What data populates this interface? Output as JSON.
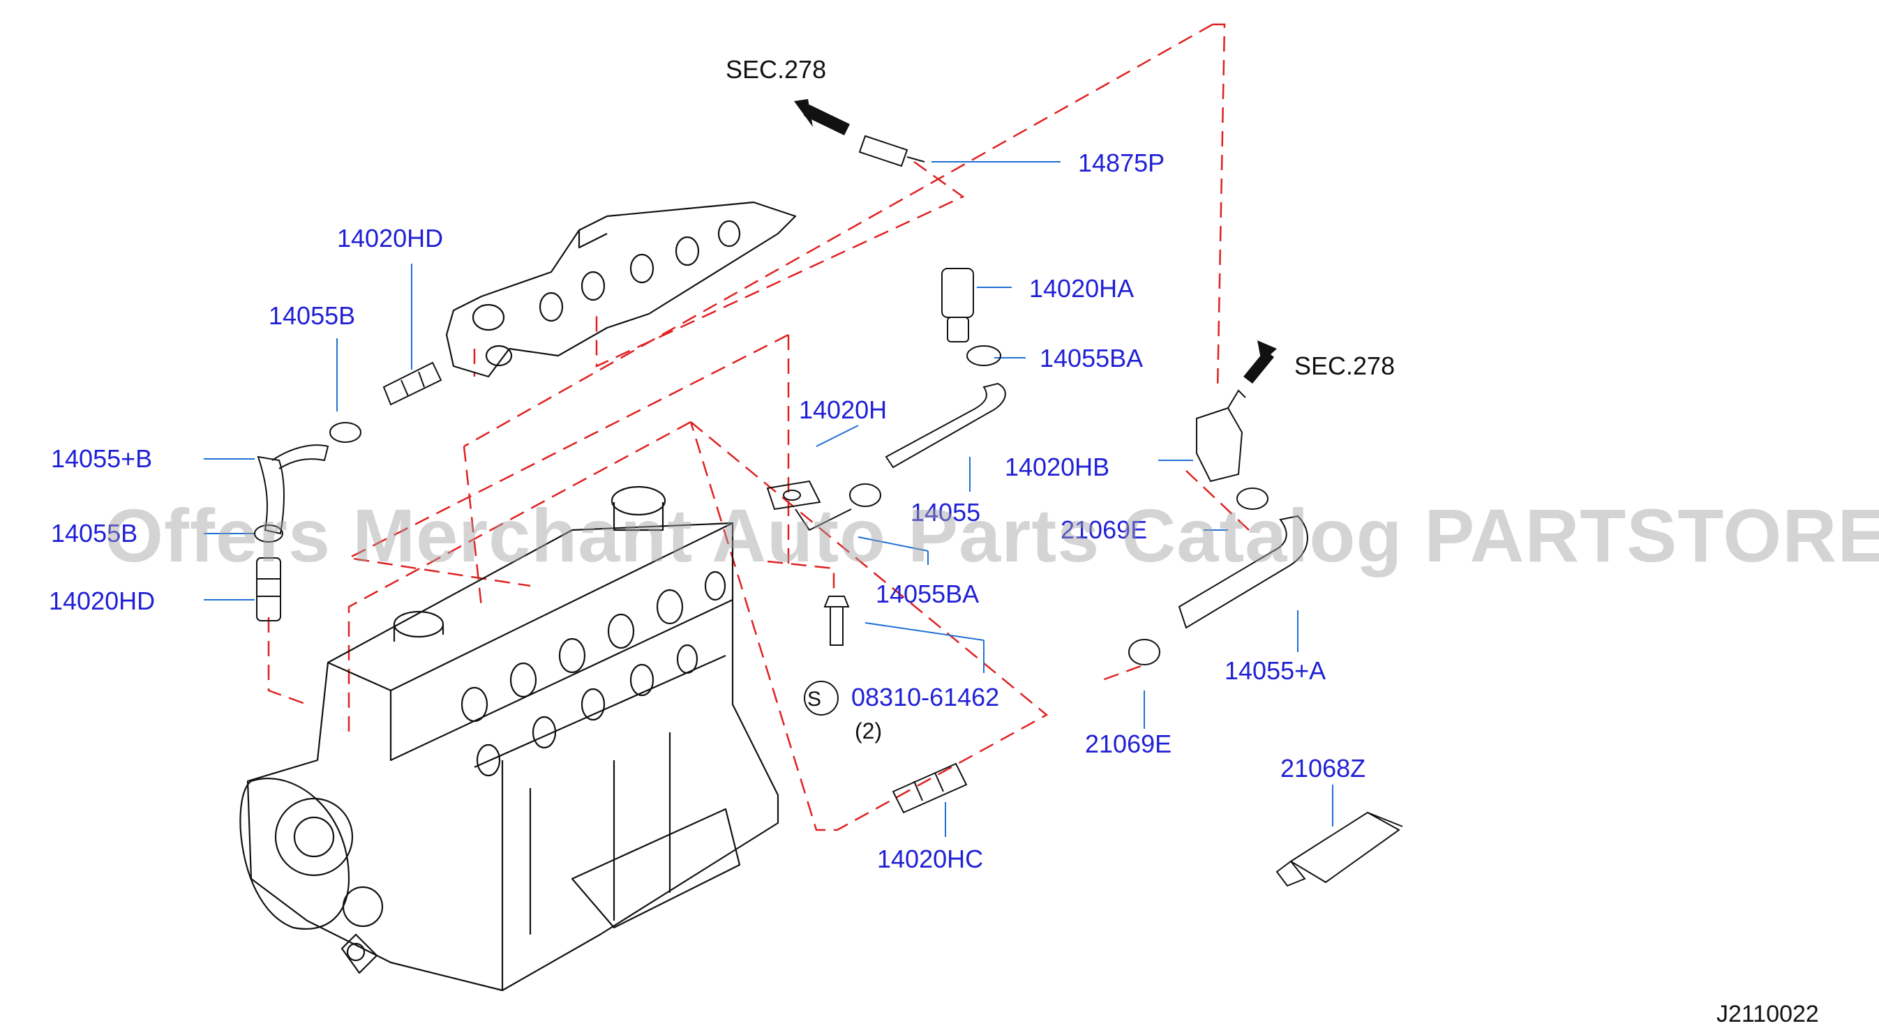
{
  "parts": {
    "p14875P": "14875P",
    "p14020HD_top": "14020HD",
    "p14055B_top": "14055B",
    "p14055pB": "14055+B",
    "p14055B_mid": "14055B",
    "p14020HD_low": "14020HD",
    "p14020HA": "14020HA",
    "p14055BA_top": "14055BA",
    "p14020H": "14020H",
    "p14020HB": "14020HB",
    "p14055": "14055",
    "p14055BA_mid": "14055BA",
    "p21069E_top": "21069E",
    "p08310": "08310-61462",
    "qty": "(2)",
    "p14055pA": "14055+A",
    "p21069E": "21069E",
    "p21068Z": "21068Z",
    "p14020HC": "14020HC"
  },
  "sec_refs": {
    "left": "SEC.278",
    "right": "SEC.278"
  },
  "standard_symbol": "S",
  "diagram_code": "J2110022",
  "watermark": "Offers Merchant Auto Parts Catalog PARTSTORE.SA",
  "colors": {
    "part_label": "#1f1fd6",
    "leader_line": "#1f6fd6",
    "dashed_line": "#e02020",
    "drawing": "#111111"
  }
}
